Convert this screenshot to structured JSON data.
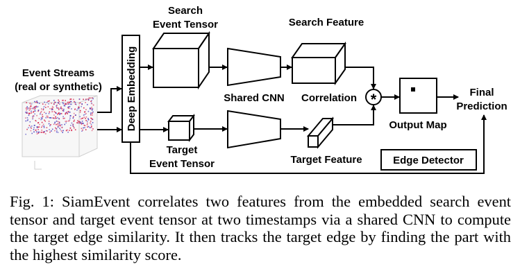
{
  "diagram": {
    "event_streams_label_1": "Event Streams",
    "event_streams_label_2": "(real or synthetic)",
    "deep_embedding": "Deep Embedding",
    "search_tensor_1": "Search",
    "search_tensor_2": "Event Tensor",
    "search_feature": "Search Feature",
    "shared_cnn": "Shared CNN",
    "correlation": "Correlation",
    "correlation_symbol": "*",
    "final_prediction_1": "Final",
    "final_prediction_2": "Prediction",
    "output_map": "Output Map",
    "target_tensor_1": "Target",
    "target_tensor_2": "Event Tensor",
    "target_feature": "Target Feature",
    "edge_detector": "Edge Detector",
    "colors": {
      "event_red": "#d6204a",
      "event_blue": "#4a3fc0",
      "stroke": "#000000"
    }
  },
  "caption": {
    "text": "Fig. 1: SiamEvent correlates two features from the embedded search event tensor and target event tensor at two timestamps via a shared CNN to compute the target edge similarity. It then tracks the target edge by finding the part with the highest similarity score."
  }
}
